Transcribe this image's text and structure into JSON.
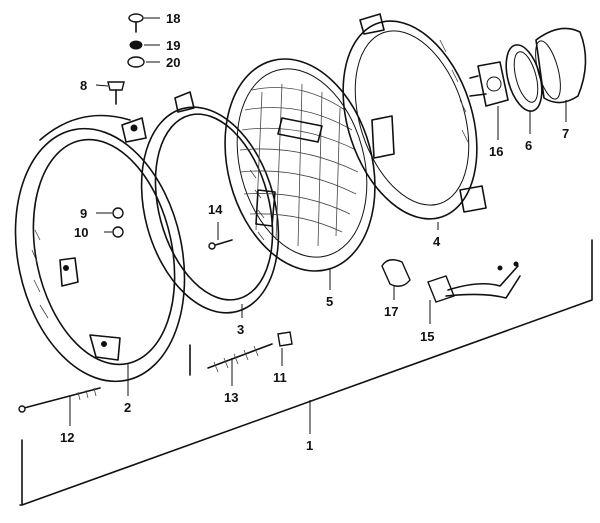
{
  "diagram": {
    "callouts": {
      "c1": "1",
      "c2": "2",
      "c3": "3",
      "c4": "4",
      "c5": "5",
      "c6": "6",
      "c7": "7",
      "c8": "8",
      "c9": "9",
      "c10": "10",
      "c11": "11",
      "c12": "12",
      "c13": "13",
      "c14": "14",
      "c15": "15",
      "c16": "16",
      "c17": "17",
      "c18": "18",
      "c19": "19",
      "c20": "20"
    }
  }
}
